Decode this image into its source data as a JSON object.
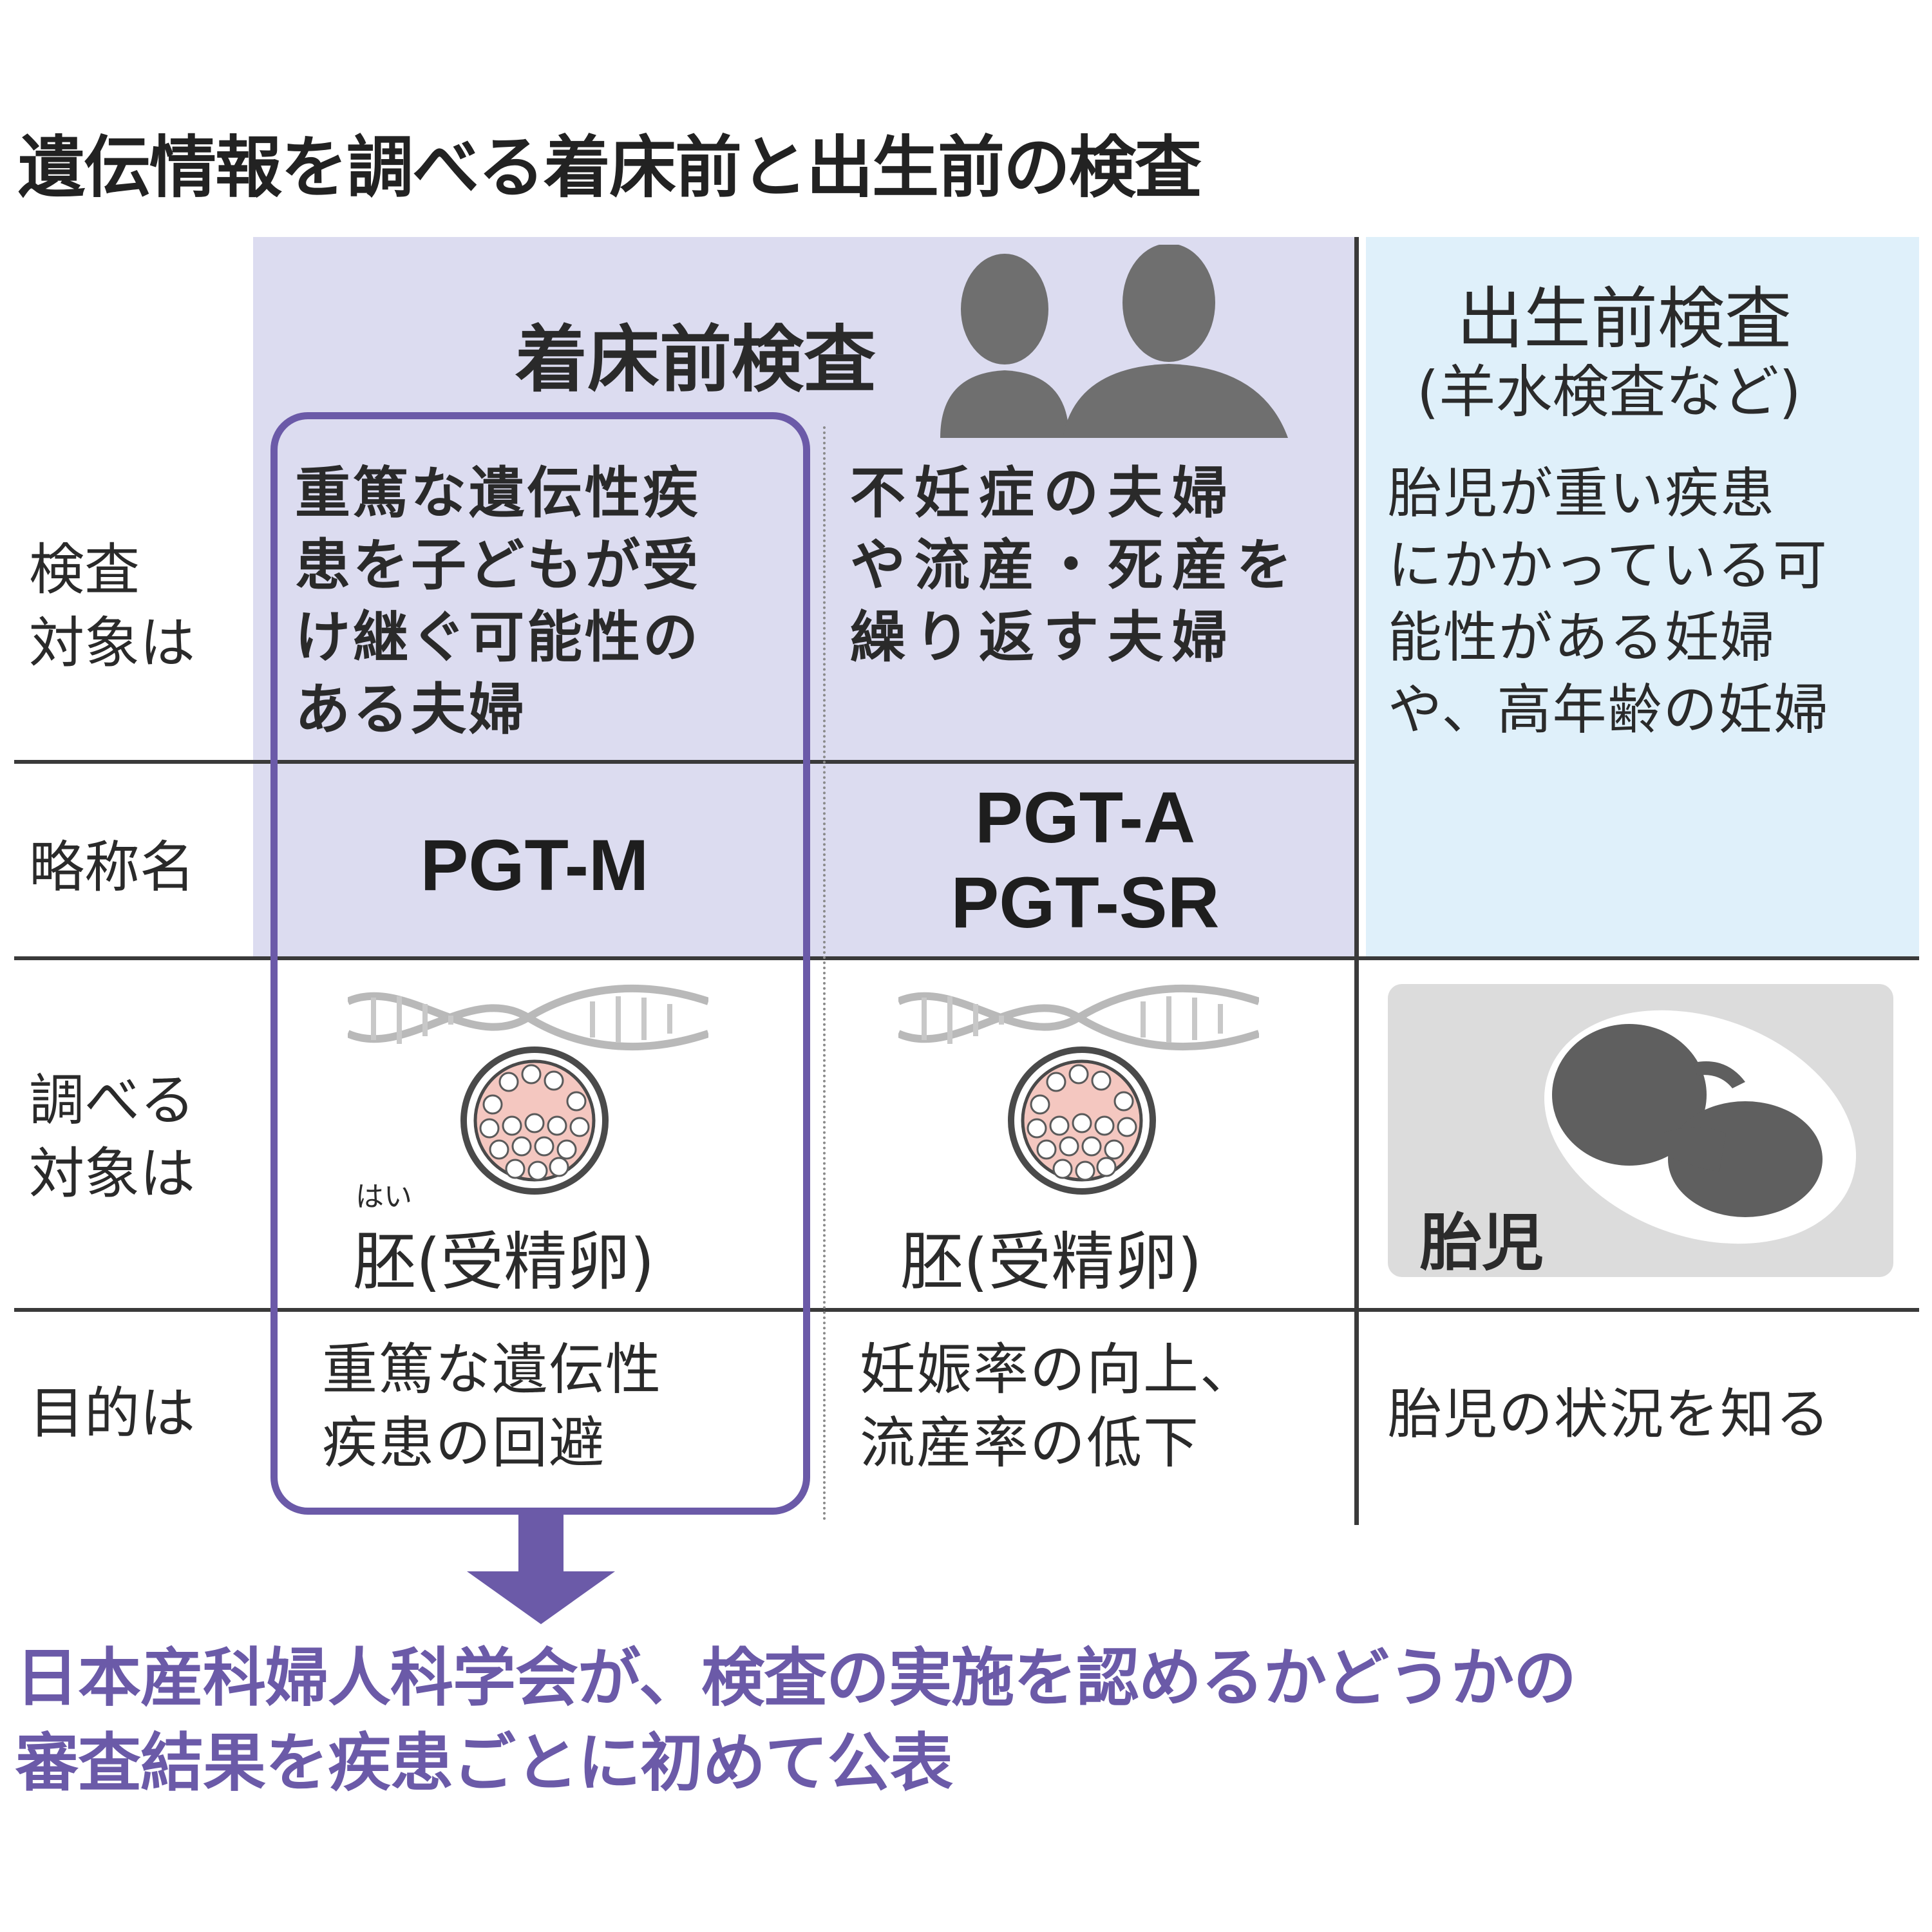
{
  "title": "遺伝情報を調べる着床前と出生前の検査",
  "sections": {
    "preimplantation": "着床前検査",
    "prenatal": "出生前検査",
    "prenatal_sub": "(羊水検査など)"
  },
  "row_labels": {
    "target_people": "検査\n対象は",
    "abbreviation": "略称名",
    "target_object": "調べる\n対象は",
    "purpose": "目的は"
  },
  "columns": {
    "pgt_m": {
      "target_people": "重篤な遺伝性疾\n患を子どもが受\nけ継ぐ可能性の\nある夫婦",
      "abbreviation": "PGT-M",
      "object_ruby": "はい",
      "object": "胚(受精卵)",
      "purpose": "重篤な遺伝性\n疾患の回避"
    },
    "pgt_a": {
      "target_people": "不妊症の夫婦\nや流産・死産を\n繰り返す夫婦",
      "abbreviation_1": "PGT-A",
      "abbreviation_2": "PGT-SR",
      "object": "胚(受精卵)",
      "purpose": "妊娠率の向上、\n流産率の低下"
    },
    "prenatal": {
      "target_people": "胎児が重い疾患\nにかかっている可\n能性がある妊婦\nや、高年齢の妊婦",
      "object": "胎児",
      "purpose": "胎児の状況を知る"
    }
  },
  "footer": "日本産科婦人科学会が、検査の実施を認めるかどうかの\n審査結果を疾患ごとに初めて公表",
  "colors": {
    "lavender_bg": "#dcdcf0",
    "blue_bg": "#dff0fa",
    "accent_purple": "#6b5aa8",
    "silhouette": "#6f6f6f",
    "cell_pink": "#f4c7c0"
  }
}
